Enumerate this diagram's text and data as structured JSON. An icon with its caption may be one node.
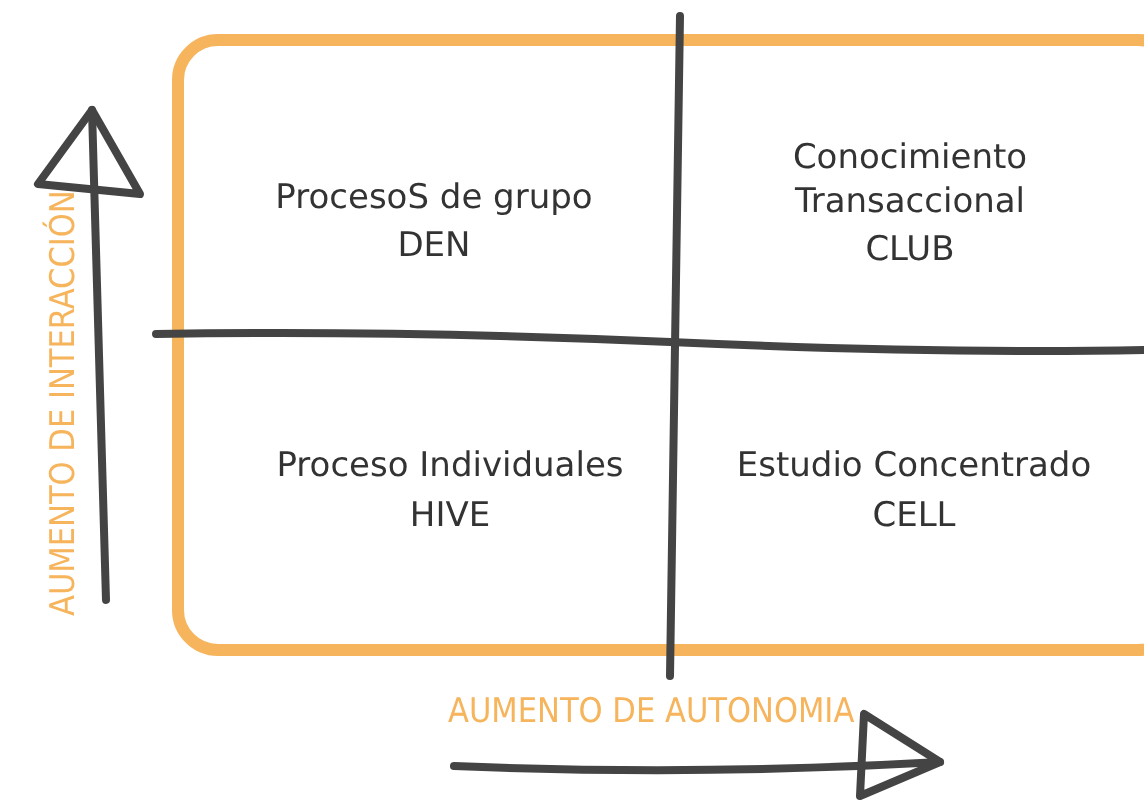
{
  "diagram": {
    "labels": [
      "AUMENTO DE INTERACCIÓN",
      "ProcesoS de grupo",
      "DEN",
      "Conocimiento Transaccional",
      "CLUB",
      "Proceso Individuales",
      "HIVE",
      "Estudio Concentrado",
      "CELL",
      "AUMENTO DE AUTONOMIA"
    ]
  }
}
